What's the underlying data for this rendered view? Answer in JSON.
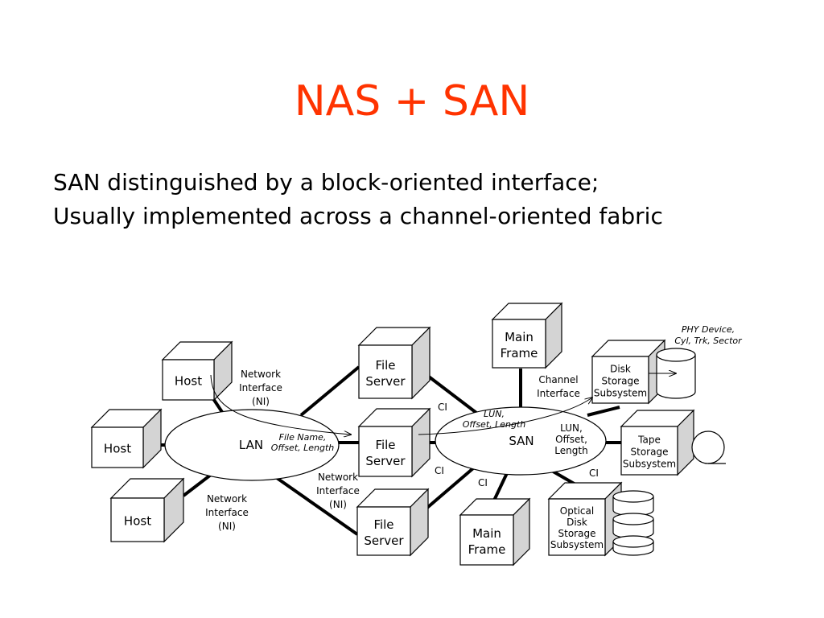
{
  "slide": {
    "title": "NAS + SAN",
    "lines": [
      "SAN distinguished by a block-oriented interface;",
      "Usually implemented across a channel-oriented fabric"
    ]
  },
  "diagram": {
    "lan_label": "LAN",
    "san_label": "SAN",
    "hosts": [
      "Host",
      "Host",
      "Host"
    ],
    "file_servers": [
      [
        "File",
        "Server"
      ],
      [
        "File",
        "Server"
      ],
      [
        "File",
        "Server"
      ]
    ],
    "main_frames": [
      [
        "Main",
        "Frame"
      ],
      [
        "Main",
        "Frame"
      ]
    ],
    "disk_storage": [
      "Disk",
      "Storage",
      "Subsystem"
    ],
    "tape_storage": [
      "Tape",
      "Storage",
      "Subsystem"
    ],
    "optical_storage": [
      "Optical",
      "Disk",
      "Storage",
      "Subsystem"
    ],
    "network_interface_labels": [
      [
        "Network",
        "Interface",
        "(NI)"
      ],
      [
        "Network",
        "Interface",
        "(NI)"
      ],
      [
        "Network",
        "Interface",
        "(NI)"
      ]
    ],
    "channel_interface": [
      "Channel",
      "Interface"
    ],
    "ci_labels": [
      "CI",
      "CI",
      "CI",
      "CI"
    ],
    "file_name_label": [
      "File Name,",
      "Offset, Length"
    ],
    "lun_label_top": [
      "LUN,",
      "Offset, Length"
    ],
    "lun_label_right": [
      "LUN,",
      "Offset,",
      "Length"
    ],
    "phy_device_label": [
      "PHY Device,",
      "Cyl, Trk, Sector"
    ]
  }
}
